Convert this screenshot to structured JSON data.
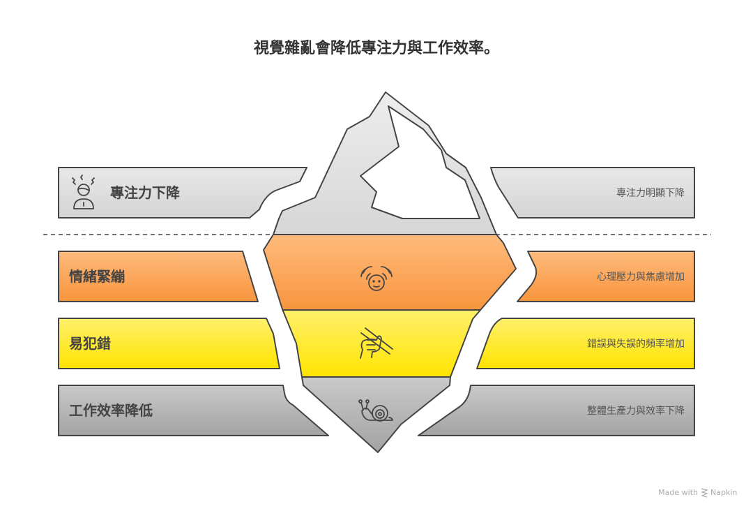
{
  "title": "視覺雜亂會降低專注力與工作效率。",
  "levels": [
    {
      "label": "專注力下降",
      "description": "專注力明顯下降",
      "icon": "stressed-person-icon",
      "color_top": "#e8e8e8",
      "color_bottom": "#d4d4d4"
    },
    {
      "label": "情緒緊繃",
      "description": "心理壓力與焦慮增加",
      "icon": "anxious-face-icon",
      "color_top": "#ffbb7c",
      "color_bottom": "#f8953e"
    },
    {
      "label": "易犯錯",
      "description": "錯誤與失誤的頻率增加",
      "icon": "hand-holding-sticks-icon",
      "color_top": "#fff06c",
      "color_bottom": "#ffe400"
    },
    {
      "label": "工作效率降低",
      "description": "整體生產力與效率下降",
      "icon": "snail-icon",
      "color_top": "#c9c9c9",
      "color_bottom": "#a3a3a3"
    }
  ],
  "footer": {
    "made_with": "Made with",
    "brand": "Napkin"
  }
}
